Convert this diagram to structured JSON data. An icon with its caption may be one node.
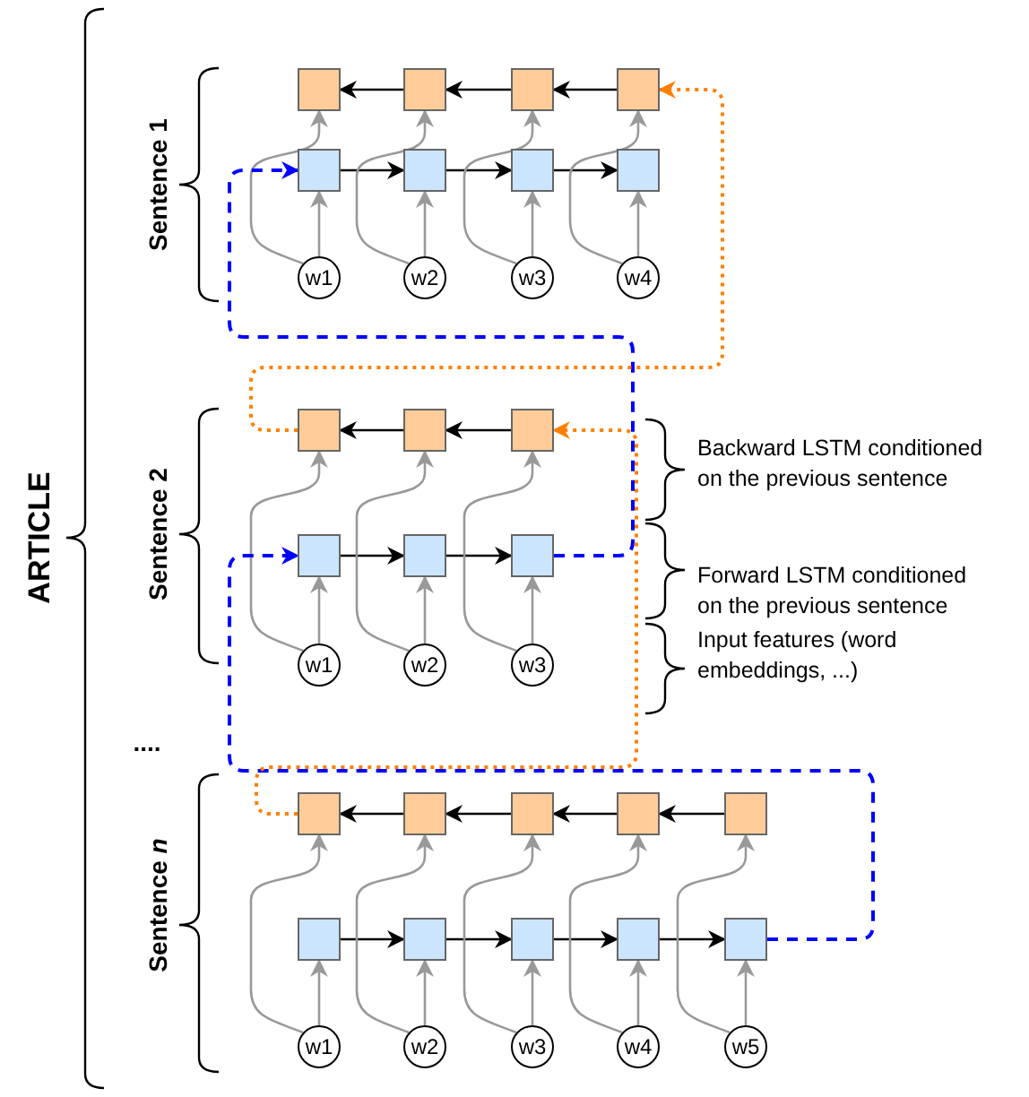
{
  "diagram": {
    "nodes": [
      {
        "text": [],
        "shape": "box"
      },
      {
        "text": [],
        "shape": "box"
      },
      {
        "text": [],
        "shape": "box"
      },
      {
        "text": [],
        "shape": "box"
      },
      {
        "text": [],
        "shape": "box"
      },
      {
        "text": [],
        "shape": "box"
      },
      {
        "text": [],
        "shape": "box"
      },
      {
        "text": [],
        "shape": "box"
      },
      {
        "text": [
          "w1"
        ]
      },
      {
        "text": [
          "w2"
        ]
      },
      {
        "text": [
          "w3"
        ]
      },
      {
        "text": [
          "w4"
        ]
      },
      {
        "text": [],
        "shape": "box"
      },
      {
        "text": [],
        "shape": "box"
      },
      {
        "text": [],
        "shape": "box"
      },
      {
        "text": [],
        "shape": "box"
      },
      {
        "text": [],
        "shape": "box"
      },
      {
        "text": [],
        "shape": "box"
      },
      {
        "text": [
          "w1"
        ]
      },
      {
        "text": [
          "w2"
        ]
      },
      {
        "text": [
          "w3"
        ]
      },
      {
        "text": [],
        "shape": "box"
      },
      {
        "text": [],
        "shape": "box"
      },
      {
        "text": [],
        "shape": "box"
      },
      {
        "text": [],
        "shape": "box"
      },
      {
        "text": [],
        "shape": "box"
      },
      {
        "text": [],
        "shape": "box"
      },
      {
        "text": [],
        "shape": "box"
      },
      {
        "text": [],
        "shape": "box"
      },
      {
        "text": [],
        "shape": "box"
      },
      {
        "text": [],
        "shape": "box"
      },
      {
        "text": [
          "w1"
        ]
      },
      {
        "text": [
          "w2"
        ]
      },
      {
        "text": [
          "w3"
        ]
      },
      {
        "text": [
          "w4"
        ]
      },
      {
        "text": [
          "w5"
        ]
      }
    ],
    "edges": [
      {
        "from": 4,
        "to": 5,
        "arrow": "to",
        "color": "#000000"
      },
      {
        "from": 5,
        "to": 6,
        "arrow": "to",
        "color": "#000000"
      },
      {
        "from": 6,
        "to": 7,
        "arrow": "to",
        "color": "#000000"
      },
      {
        "from": 1,
        "to": 0,
        "arrow": "to",
        "color": "#000000"
      },
      {
        "from": 2,
        "to": 1,
        "arrow": "to",
        "color": "#000000"
      },
      {
        "from": 3,
        "to": 2,
        "arrow": "to",
        "color": "#000000"
      },
      {
        "from": 8,
        "to": 4,
        "arrow": "to"
      },
      {
        "from": 9,
        "to": 5,
        "arrow": "to"
      },
      {
        "from": 10,
        "to": 6,
        "arrow": "to"
      },
      {
        "from": 11,
        "to": 7,
        "arrow": "to"
      },
      {
        "from": 8,
        "to": 0,
        "arrow": "to"
      },
      {
        "from": 9,
        "to": 1,
        "arrow": "to"
      },
      {
        "from": 10,
        "to": 2,
        "arrow": "to"
      },
      {
        "from": 11,
        "to": 3,
        "arrow": "to"
      },
      {
        "from": 15,
        "to": 16,
        "arrow": "to",
        "color": "#000000"
      },
      {
        "from": 16,
        "to": 17,
        "arrow": "to",
        "color": "#000000"
      },
      {
        "from": 13,
        "to": 12,
        "arrow": "to",
        "color": "#000000"
      },
      {
        "from": 14,
        "to": 13,
        "arrow": "to",
        "color": "#000000"
      },
      {
        "from": 18,
        "to": 15,
        "arrow": "to"
      },
      {
        "from": 19,
        "to": 16,
        "arrow": "to"
      },
      {
        "from": 20,
        "to": 17,
        "arrow": "to"
      },
      {
        "from": 18,
        "to": 12,
        "arrow": "to"
      },
      {
        "from": 19,
        "to": 13,
        "arrow": "to"
      },
      {
        "from": 20,
        "to": 14,
        "arrow": "to"
      },
      {
        "from": 26,
        "to": 27,
        "arrow": "to",
        "color": "#000000"
      },
      {
        "from": 27,
        "to": 28,
        "arrow": "to",
        "color": "#000000"
      },
      {
        "from": 28,
        "to": 29,
        "arrow": "to",
        "color": "#000000"
      },
      {
        "from": 29,
        "to": 30,
        "arrow": "to",
        "color": "#000000"
      },
      {
        "from": 22,
        "to": 21,
        "arrow": "to",
        "color": "#000000"
      },
      {
        "from": 23,
        "to": 22,
        "arrow": "to",
        "color": "#000000"
      },
      {
        "from": 24,
        "to": 23,
        "arrow": "to",
        "color": "#000000"
      },
      {
        "from": 25,
        "to": 24,
        "arrow": "to",
        "color": "#000000"
      },
      {
        "from": 31,
        "to": 26,
        "arrow": "to"
      },
      {
        "from": 32,
        "to": 27,
        "arrow": "to"
      },
      {
        "from": 33,
        "to": 28,
        "arrow": "to"
      },
      {
        "from": 34,
        "to": 29,
        "arrow": "to"
      },
      {
        "from": 35,
        "to": 30,
        "arrow": "to"
      },
      {
        "from": 31,
        "to": 21,
        "arrow": "to"
      },
      {
        "from": 32,
        "to": 22,
        "arrow": "to"
      },
      {
        "from": 33,
        "to": 23,
        "arrow": "to"
      },
      {
        "from": 34,
        "to": 24,
        "arrow": "to"
      },
      {
        "from": 35,
        "to": 25,
        "arrow": "to"
      },
      {
        "from": 17,
        "to": 4,
        "arrow": "to",
        "style": "dashed",
        "color": "#0000ff"
      },
      {
        "from": 30,
        "to": 15,
        "arrow": "to",
        "style": "dashed",
        "color": "#0000ff"
      },
      {
        "from": 12,
        "to": 3,
        "arrow": "to",
        "style": "dashed",
        "color": "#ff8000"
      },
      {
        "from": 21,
        "to": 14,
        "arrow": "to",
        "style": "dashed",
        "color": "#ff8000"
      }
    ],
    "labels": [
      "ARTICLE",
      "Sentence 1",
      "Sentence 2",
      "Backward LSTM conditioned on the previous sentence",
      "Forward LSTM conditioned on the previous sentence",
      "Input features (word embeddings, ...)",
      "....",
      "Sentence *n*"
    ]
  }
}
